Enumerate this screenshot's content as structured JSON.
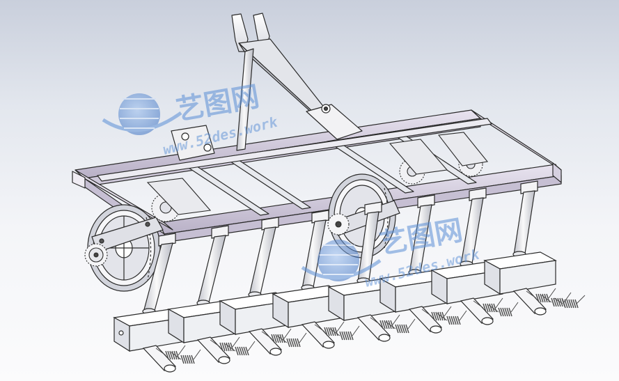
{
  "watermarks": [
    {
      "brand": "艺图网",
      "url": "www.52des.work"
    },
    {
      "brand": "艺图网",
      "url": "www.52des.work"
    }
  ],
  "colors": {
    "outline": "#2a2a2a",
    "metal_light": "#f7f7f9",
    "metal_mid": "#d9dbe2",
    "metal_dark": "#b7b9c2",
    "frame_purple": "#d8d2e2",
    "spring": "#6a6a6a",
    "watermark": "#5b8fd6"
  }
}
